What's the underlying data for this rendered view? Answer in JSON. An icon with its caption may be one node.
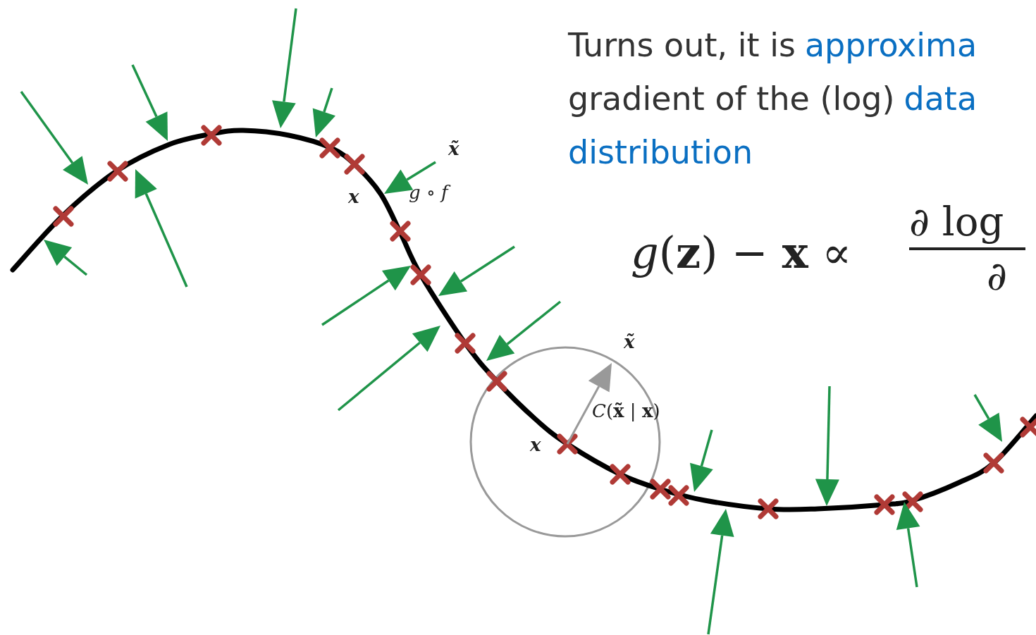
{
  "diagram": {
    "labels": [
      "Turns out, it is",
      "approxima",
      "gradient of the (log)",
      "data",
      "distribution",
      "*g*(**z**) − **x** ∝",
      "∂ log",
      "∂",
      "x̃",
      "x",
      "*g* ∘ *f*",
      "x̃",
      "*C*(**x̃** | **x**)",
      "x"
    ]
  }
}
